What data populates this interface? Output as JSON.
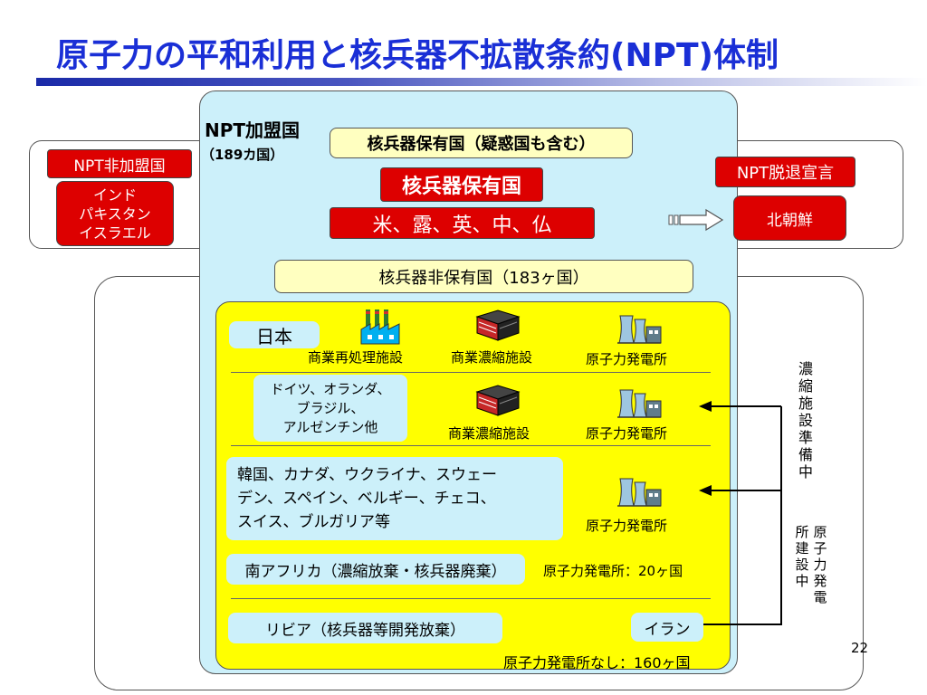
{
  "title": "原子力の平和利用と核兵器不拡散条約(NPT)体制",
  "npt_members": {
    "label": "NPT加盟国",
    "count": "（189カ国）"
  },
  "nuclear_states_incl_suspected": "核兵器保有国（疑惑国も含む）",
  "nuclear_states": {
    "label": "核兵器保有国",
    "list": "米、露、英、中、仏"
  },
  "non_members": {
    "label": "NPT非加盟国",
    "countries": [
      "インド",
      "パキスタン",
      "イスラエル"
    ]
  },
  "withdrawal": {
    "label": "NPT脱退宣言",
    "country": "北朝鮮"
  },
  "non_nuclear_states": "核兵器非保有国（183ヶ国）",
  "japan": {
    "label": "日本",
    "facilities": [
      "商業再処理施設",
      "商業濃縮施設",
      "原子力発電所"
    ]
  },
  "group2": {
    "lines": [
      "ドイツ、オランダ、",
      "ブラジル、",
      "アルゼンチン他"
    ],
    "facilities": [
      "商業濃縮施設",
      "原子力発電所"
    ]
  },
  "group3": {
    "lines": [
      "韓国、カナダ、ウクライナ、スウェー",
      "デン、スペイン、ベルギー、チェコ、",
      "スイス、ブルガリア等"
    ],
    "facilities": [
      "原子力発電所"
    ]
  },
  "south_africa": {
    "label": "南アフリカ（濃縮放棄・核兵器廃棄）",
    "note": "原子力発電所：20ヶ国"
  },
  "libya": "リビア（核兵器等開発放棄）",
  "iran": "イラン",
  "no_npp": "原子力発電所なし：160ヶ国",
  "enrichment_prep": "濃\n縮\n施\n設\n準\n備\n中",
  "npp_construction_col1": "原\n子\n力\n発\n電",
  "npp_construction_col2": "所\n建\n設\n中",
  "page_number": "22",
  "icons": [
    "factory-icon",
    "enrichment-plant-icon",
    "nuclear-power-plant-icon"
  ]
}
